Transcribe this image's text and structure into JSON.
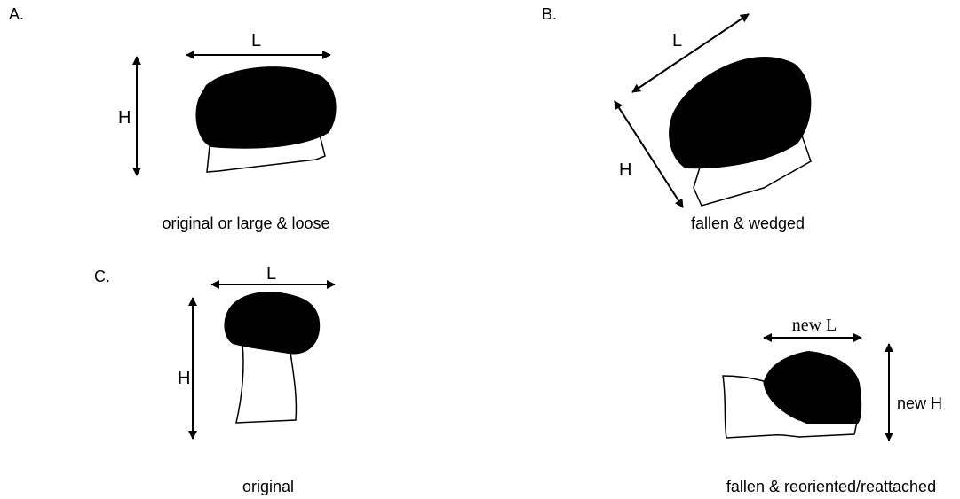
{
  "panels": {
    "a": {
      "letter": "A.",
      "length_label": "L",
      "height_label": "H",
      "caption": "original or large & loose"
    },
    "b": {
      "letter": "B.",
      "length_label": "L",
      "height_label": "H",
      "caption": "fallen & wedged"
    },
    "c": {
      "letter": "C.",
      "length_label": "L",
      "height_label": "H",
      "caption": "original"
    },
    "d": {
      "length_label": "new L",
      "height_label": "new H",
      "caption": "fallen & reoriented/reattached"
    }
  },
  "colors": {
    "fill": "#000000",
    "stroke": "#000000",
    "background": "#ffffff"
  }
}
